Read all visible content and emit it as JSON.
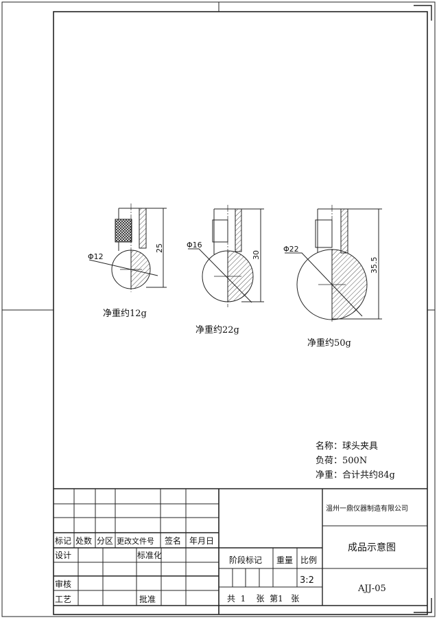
{
  "parts": [
    {
      "diameter": "Φ12",
      "height": "25",
      "weight": "净重约12g"
    },
    {
      "diameter": "Φ16",
      "height": "30",
      "weight": "净重约22g"
    },
    {
      "diameter": "Φ22",
      "height": "35.5",
      "weight": "净重约50g"
    }
  ],
  "spec": {
    "name": "名称：球头夹具",
    "load": "负荷：500N",
    "weight": "净重：合计共约84g"
  },
  "title_block": {
    "headers": [
      "标记",
      "处数",
      "分区",
      "更改文件号",
      "签名",
      "年月日"
    ],
    "design": "设计",
    "standardization": "标准化",
    "review": "审核",
    "process": "工艺",
    "approve": "批准",
    "stage_mark": "阶段标记",
    "weight": "重量",
    "scale": "比例",
    "scale_value": "3:2",
    "sheets": "共  1    张  第1   张",
    "company": "温州一鼎仪器制造有限公司",
    "drawing_title": "成品示意图",
    "drawing_number": "AJJ-05"
  }
}
